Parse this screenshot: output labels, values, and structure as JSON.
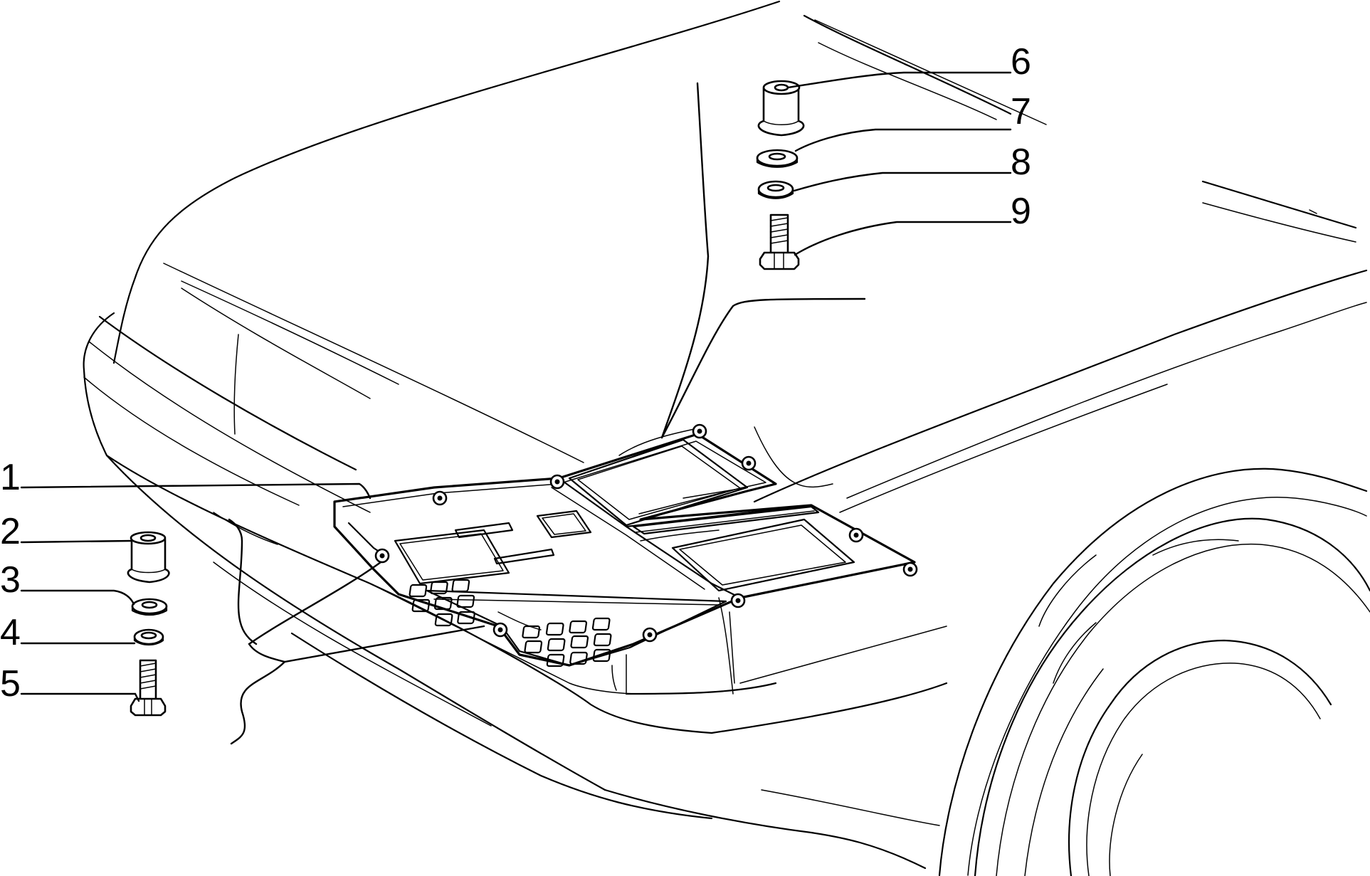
{
  "figure": {
    "callouts": [
      {
        "id": "1",
        "label": "1"
      },
      {
        "id": "2",
        "label": "2"
      },
      {
        "id": "3",
        "label": "3"
      },
      {
        "id": "4",
        "label": "4"
      },
      {
        "id": "5",
        "label": "5"
      },
      {
        "id": "6",
        "label": "6"
      },
      {
        "id": "7",
        "label": "7"
      },
      {
        "id": "8",
        "label": "8"
      },
      {
        "id": "9",
        "label": "9"
      }
    ]
  }
}
